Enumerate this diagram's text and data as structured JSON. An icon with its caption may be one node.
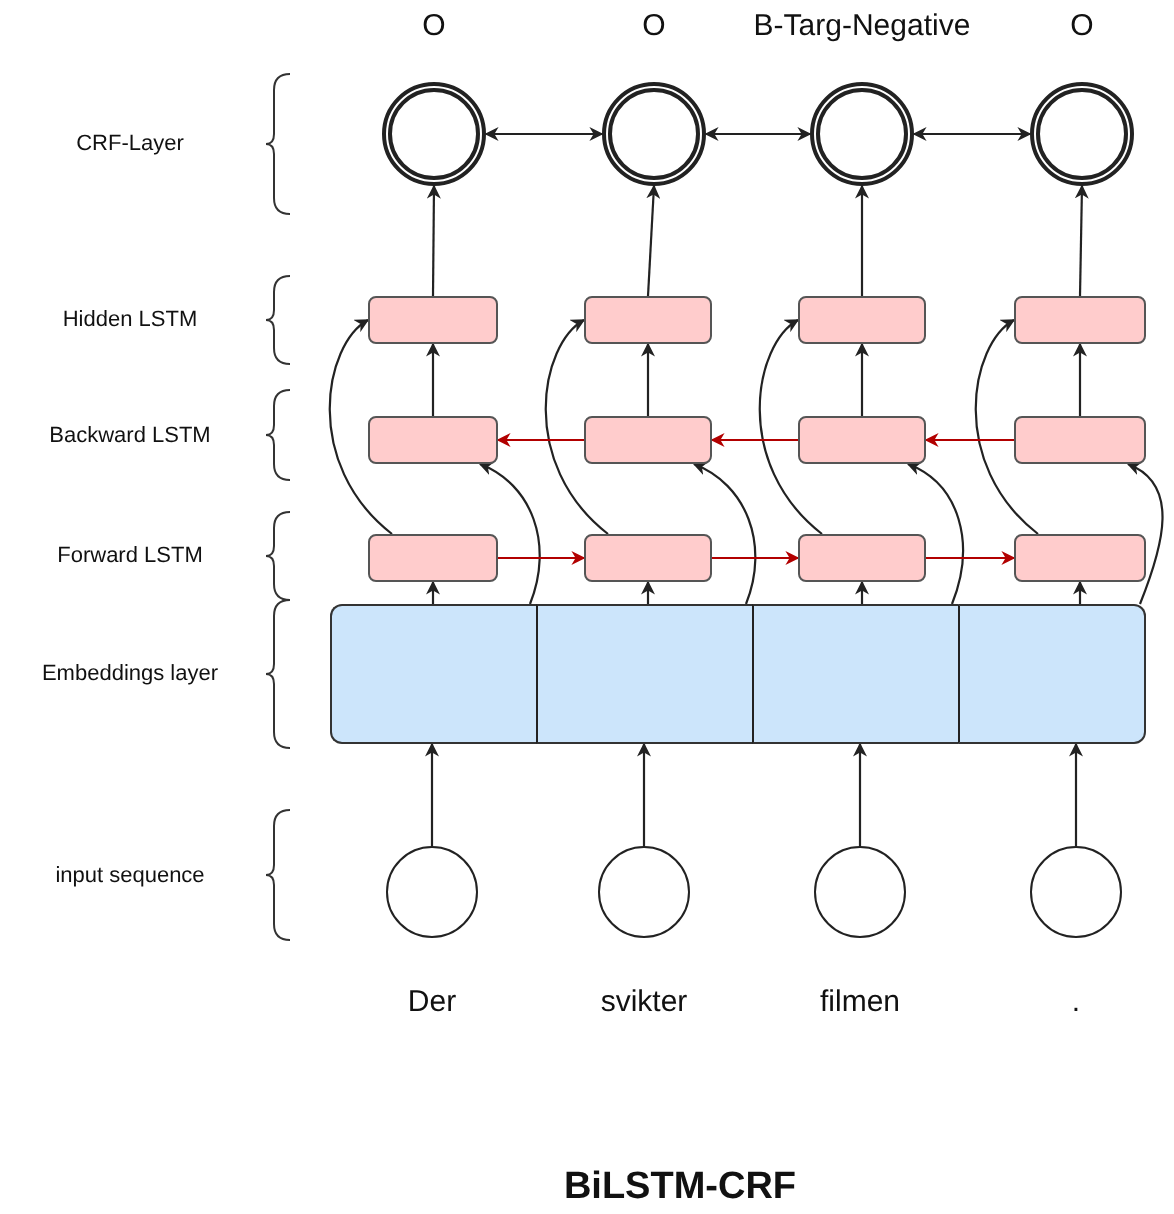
{
  "diagram": {
    "caption": "BiLSTM-CRF",
    "nodes": [
      {
        "text": [],
        "shape": "circle",
        "beside": [
          "O"
        ]
      },
      {
        "text": [],
        "shape": "circle",
        "beside": [
          "O"
        ]
      },
      {
        "text": [],
        "shape": "circle",
        "beside": [
          "B-Targ-Negative"
        ]
      },
      {
        "text": [],
        "shape": "circle",
        "beside": [
          "O"
        ]
      },
      {
        "text": [],
        "shape": "box"
      },
      {
        "text": [],
        "shape": "box"
      },
      {
        "text": [],
        "shape": "box"
      },
      {
        "text": [],
        "shape": "box"
      },
      {
        "text": [],
        "shape": "box"
      },
      {
        "text": [],
        "shape": "box"
      },
      {
        "text": [],
        "shape": "box"
      },
      {
        "text": [],
        "shape": "box"
      },
      {
        "text": [],
        "shape": "box"
      },
      {
        "text": [],
        "shape": "box"
      },
      {
        "text": [],
        "shape": "box"
      },
      {
        "text": [],
        "shape": "box"
      },
      {
        "text": [],
        "shape": "box"
      },
      {
        "text": [],
        "shape": "box"
      },
      {
        "text": [],
        "shape": "box"
      },
      {
        "text": [],
        "shape": "box"
      },
      {
        "text": [],
        "shape": "circle",
        "beside": [
          "Der"
        ]
      },
      {
        "text": [],
        "shape": "circle",
        "beside": [
          "svikter"
        ]
      },
      {
        "text": [],
        "shape": "circle",
        "beside": [
          "filmen"
        ]
      },
      {
        "text": [],
        "shape": "circle",
        "beside": [
          "."
        ]
      }
    ],
    "edges": [
      {
        "from": 20,
        "to": 16,
        "arrow": "to"
      },
      {
        "from": 21,
        "to": 17,
        "arrow": "to"
      },
      {
        "from": 22,
        "to": 18,
        "arrow": "to"
      },
      {
        "from": 23,
        "to": 19,
        "arrow": "to"
      },
      {
        "from": 16,
        "to": 12,
        "arrow": "to"
      },
      {
        "from": 17,
        "to": 13,
        "arrow": "to"
      },
      {
        "from": 18,
        "to": 14,
        "arrow": "to"
      },
      {
        "from": 19,
        "to": 15,
        "arrow": "to"
      },
      {
        "from": 16,
        "to": 8,
        "arrow": "to"
      },
      {
        "from": 17,
        "to": 9,
        "arrow": "to"
      },
      {
        "from": 18,
        "to": 10,
        "arrow": "to"
      },
      {
        "from": 19,
        "to": 11,
        "arrow": "to"
      },
      {
        "from": 12,
        "to": 4,
        "arrow": "to"
      },
      {
        "from": 13,
        "to": 5,
        "arrow": "to"
      },
      {
        "from": 14,
        "to": 6,
        "arrow": "to"
      },
      {
        "from": 15,
        "to": 7,
        "arrow": "to"
      },
      {
        "from": 8,
        "to": 4,
        "arrow": "to"
      },
      {
        "from": 9,
        "to": 5,
        "arrow": "to"
      },
      {
        "from": 10,
        "to": 6,
        "arrow": "to"
      },
      {
        "from": 11,
        "to": 7,
        "arrow": "to"
      },
      {
        "from": 4,
        "to": 0,
        "arrow": "to"
      },
      {
        "from": 5,
        "to": 1,
        "arrow": "to"
      },
      {
        "from": 6,
        "to": 2,
        "arrow": "to"
      },
      {
        "from": 7,
        "to": 3,
        "arrow": "to"
      },
      {
        "from": 12,
        "to": 13,
        "arrow": "to",
        "color": "#b20000"
      },
      {
        "from": 13,
        "to": 14,
        "arrow": "to",
        "color": "#b20000"
      },
      {
        "from": 14,
        "to": 15,
        "arrow": "to",
        "color": "#b20000"
      },
      {
        "from": 11,
        "to": 10,
        "arrow": "to",
        "color": "#b20000"
      },
      {
        "from": 10,
        "to": 9,
        "arrow": "to",
        "color": "#b20000"
      },
      {
        "from": 9,
        "to": 8,
        "arrow": "to",
        "color": "#b20000"
      },
      {
        "from": 0,
        "to": 1,
        "arrow": "both"
      },
      {
        "from": 1,
        "to": 2,
        "arrow": "both"
      },
      {
        "from": 2,
        "to": 3,
        "arrow": "both"
      }
    ],
    "labels": [
      "CRF-Layer",
      "Hidden LSTM",
      "Backward LSTM",
      "Forward LSTM",
      "Embeddings layer",
      "input sequence"
    ]
  }
}
